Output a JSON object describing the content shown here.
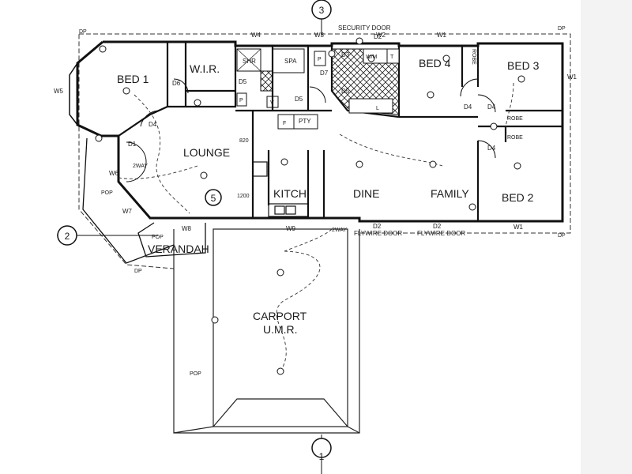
{
  "rooms": {
    "bed1": "BED 1",
    "wir": "W.I.R.",
    "shr": "SHR",
    "spa": "SPA",
    "bed4": "BED 4",
    "bed3": "BED 3",
    "bed2": "BED 2",
    "lounge": "LOUNGE",
    "kitch": "KITCH.",
    "dine": "DINE",
    "family": "FAMILY",
    "verandah": "VERANDAH",
    "carport_1": "CARPORT",
    "carport_2": "U.M.R.",
    "pty": "PTY",
    "robe_top": "ROBE",
    "robe_a": "ROBE",
    "robe_b": "ROBE"
  },
  "doors": {
    "security_door": "SECURITY DOOR",
    "flywire_1": "FLYWIRE DOOR",
    "flywire_2": "FLYWIRE DOOR",
    "d1": "D1",
    "d2a": "D2",
    "d2b": "D2",
    "d2c": "D2",
    "d3": "D3",
    "d4a": "D4",
    "d4b": "D4",
    "d4c": "D4",
    "d4d": "D4",
    "d5a": "D5",
    "d5b": "D5",
    "d5c": "D5",
    "d6": "D6",
    "d7": "D7"
  },
  "windows": {
    "w1a": "W1",
    "w1b": "W1",
    "w1c": "W1",
    "w2": "W2",
    "w3": "W3",
    "w4": "W4",
    "w5": "W5",
    "w6": "W6",
    "w7": "W7",
    "w8": "W8",
    "w9": "W9"
  },
  "markers": {
    "dp_tl": "DP",
    "dp_tr": "DP",
    "dp_br": "DP",
    "dp_bl": "DP",
    "pop_1": "POP",
    "pop_2": "POP",
    "pop_3": "POP",
    "twoway_1": "2WAY",
    "twoway_2": "2WAY",
    "dim_820": "820",
    "dim_1200": "1200"
  },
  "fixtures": {
    "wm": "W/M",
    "t": "T",
    "l": "L",
    "p1": "P",
    "p2": "P",
    "v": "V",
    "f": "F"
  },
  "grid_refs": {
    "g1": "1",
    "g2": "2",
    "g3": "3",
    "g5": "5"
  }
}
